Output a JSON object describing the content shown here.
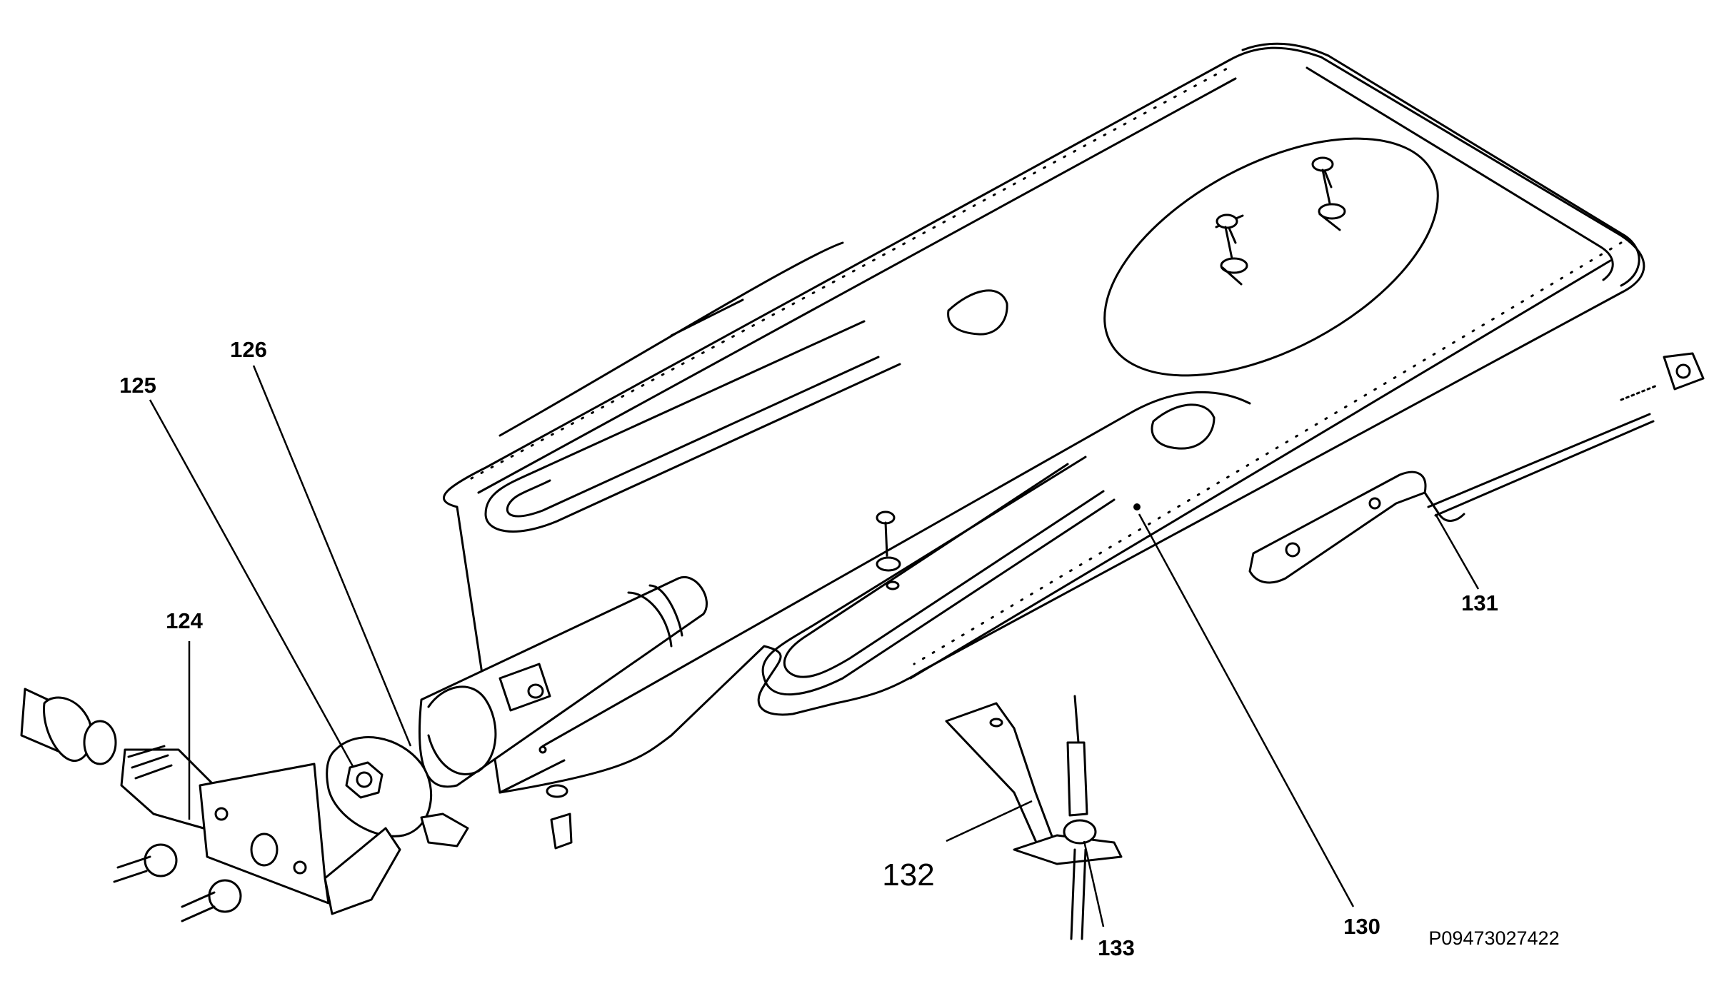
{
  "labels": {
    "p124": "124",
    "p125": "125",
    "p126": "126",
    "p130": "130",
    "p131": "131",
    "p132": "132",
    "p133": "133"
  },
  "drawing_code": "P09473027422"
}
